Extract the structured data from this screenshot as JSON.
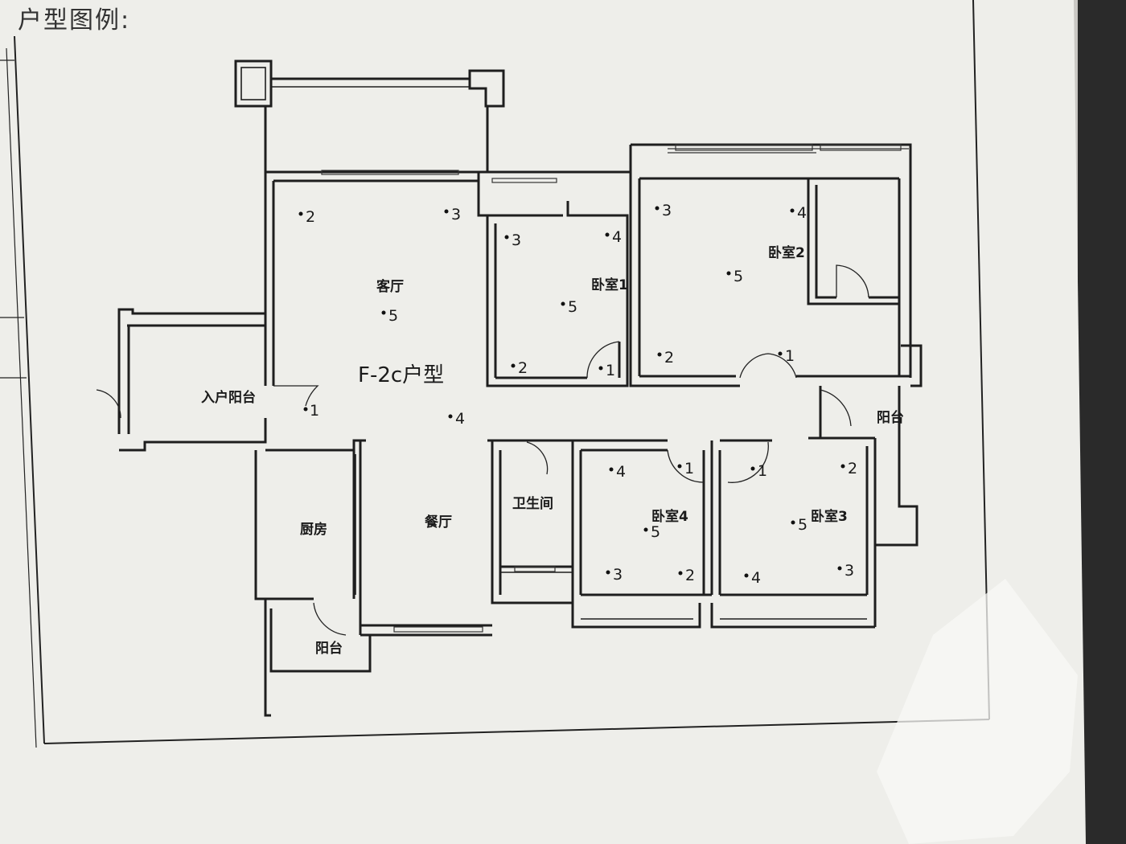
{
  "legend_title": "户型图例:",
  "plan_type": "F-2c户型",
  "rooms": {
    "living": "客厅",
    "dining": "餐厅",
    "bedroom1": "卧室1",
    "bedroom2": "卧室2",
    "bedroom3": "卧室3",
    "bedroom4": "卧室4",
    "entry_balcony": "入户阳台",
    "kitchen": "厨房",
    "bathroom": "卫生间",
    "balcony_east": "阳台",
    "balcony_south": "阳台"
  },
  "points": {
    "living": [
      "2",
      "3",
      "5"
    ],
    "main": [
      "4",
      "1"
    ],
    "bedroom1": [
      "3",
      "4",
      "5",
      "2",
      "1"
    ],
    "bedroom2": [
      "3",
      "4",
      "5",
      "2",
      "1"
    ],
    "bedroom4": [
      "4",
      "1",
      "5",
      "3",
      "2"
    ],
    "bedroom3": [
      "1",
      "2",
      "5",
      "4",
      "3"
    ]
  },
  "colors": {
    "paper": "#eeeeea",
    "ink": "#1e1e1e",
    "background": "#c9c7c3"
  }
}
